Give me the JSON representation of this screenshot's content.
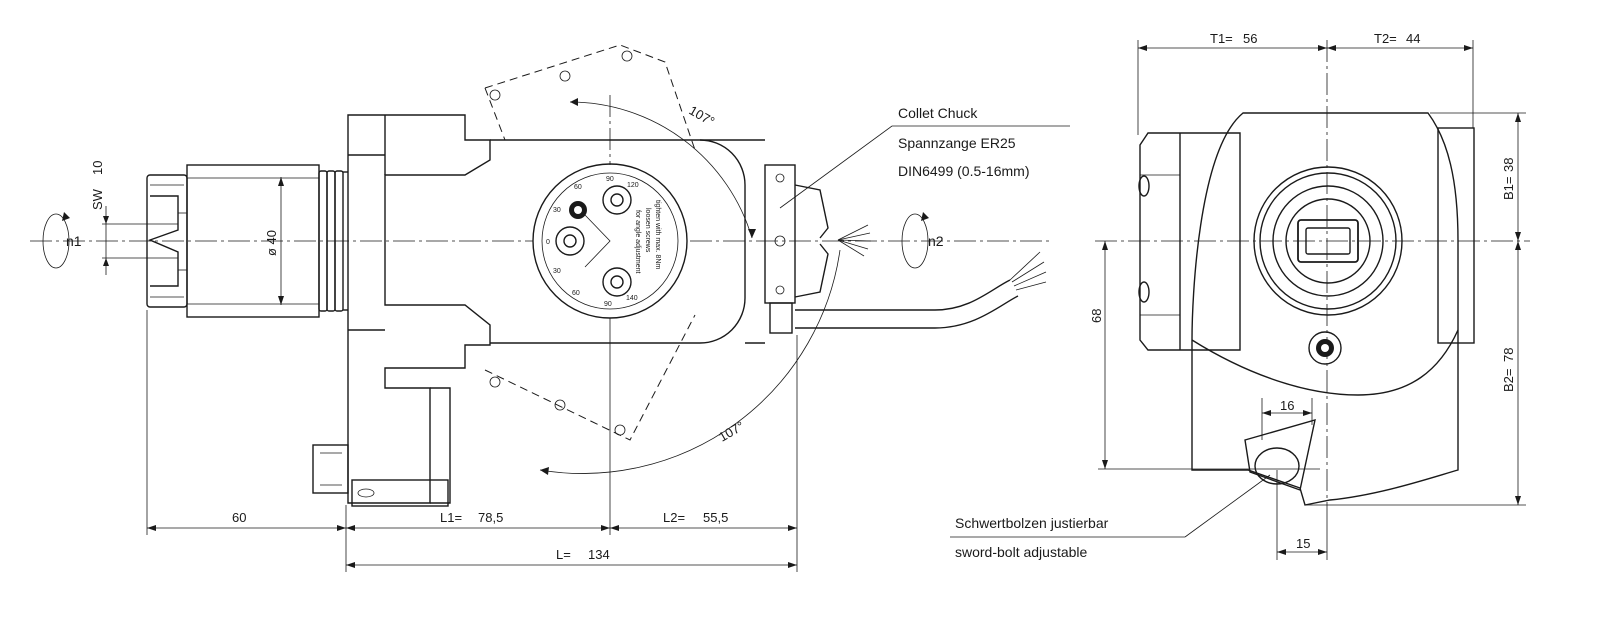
{
  "side_view": {
    "sw_label": "SW",
    "sw_value": "10",
    "n1_label": "n1",
    "diameter_label": "ø 40",
    "n2_label": "n2",
    "angle_upper": "107°",
    "angle_lower": "107°",
    "dial_text_1": "for angle adjustment",
    "dial_text_2": "loosen screws",
    "dial_text_3": "tighten with max. 8Nm",
    "dial_ticks": [
      "0",
      "30",
      "60",
      "90",
      "120",
      "30",
      "60",
      "90",
      "140"
    ],
    "dim_60": "60",
    "dim_L1_label": "L1=",
    "dim_L1_value": "78,5",
    "dim_L2_label": "L2=",
    "dim_L2_value": "55,5",
    "dim_L_label": "L=",
    "dim_L_value": "134"
  },
  "callout_collet": {
    "line1": "Collet Chuck",
    "line2": "Spannzange ER25",
    "line3": "DIN6499 (0.5-16mm)"
  },
  "front_view": {
    "T1_label": "T1=",
    "T1_value": "56",
    "T2_label": "T2=",
    "T2_value": "44",
    "B1_label": "B1=",
    "B1_value": "38",
    "B2_label": "B2=",
    "B2_value": "78",
    "dim_68": "68",
    "dim_16": "16",
    "dim_15": "15"
  },
  "callout_sword": {
    "line1": "Schwertbolzen justierbar",
    "line2": "sword-bolt adjustable"
  }
}
